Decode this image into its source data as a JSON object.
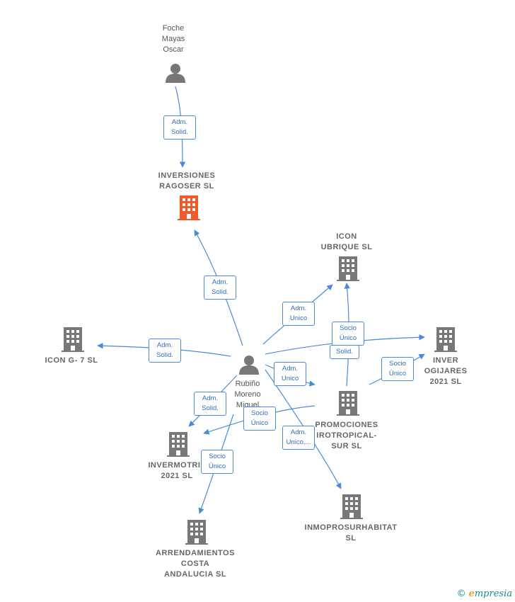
{
  "nodes": {
    "foche": {
      "label": "Foche\nMayas\nOscar",
      "kind": "person"
    },
    "inversiones_ragoser": {
      "label": "INVERSIONES\nRAGOSER  SL",
      "kind": "company-main"
    },
    "icon_ubrique": {
      "label": "ICON\nUBRIQUE  SL",
      "kind": "company"
    },
    "icon_g7": {
      "label": "ICON G- 7  SL",
      "kind": "company"
    },
    "rubino": {
      "label": "Rubiño\nMoreno\nMiguel",
      "kind": "person"
    },
    "inver_ogijares": {
      "label": "INVER\nOGIJARES\n2021  SL",
      "kind": "company"
    },
    "promociones": {
      "label": "PROMOCIONES\nIROTROPICAL-\nSUR SL",
      "kind": "company"
    },
    "invermotril": {
      "label": "INVERMOTRIL\n2021  SL",
      "kind": "company"
    },
    "inmoprosur": {
      "label": "INMOPROSURHABITAT\nSL",
      "kind": "company"
    },
    "arrendamientos": {
      "label": "ARRENDAMIENTOS\nCOSTA\nANDALUCIA  SL",
      "kind": "company"
    }
  },
  "edges": {
    "e1": "Adm.\nSolid.",
    "e2": "Adm.\nSolid.",
    "e3": "Adm.\nUnico",
    "e4": "Socio\nÚnico",
    "e5": "Solid.",
    "e6": "Socio\nÚnico",
    "e7": "Adm.\nSolid.",
    "e8": "Adm.\nUnico",
    "e9": "Adm.\nSolid.",
    "e10": "Socio\nÚnico",
    "e11": "Adm.\nUnico,...",
    "e12": "Socio\nÚnico"
  },
  "colors": {
    "edge": "#4a8bd6",
    "building": "#777777",
    "building_main": "#f05a28",
    "person": "#777777"
  },
  "brand": {
    "copyright": "©",
    "name_initial": "e",
    "name_rest": "mpresia"
  }
}
